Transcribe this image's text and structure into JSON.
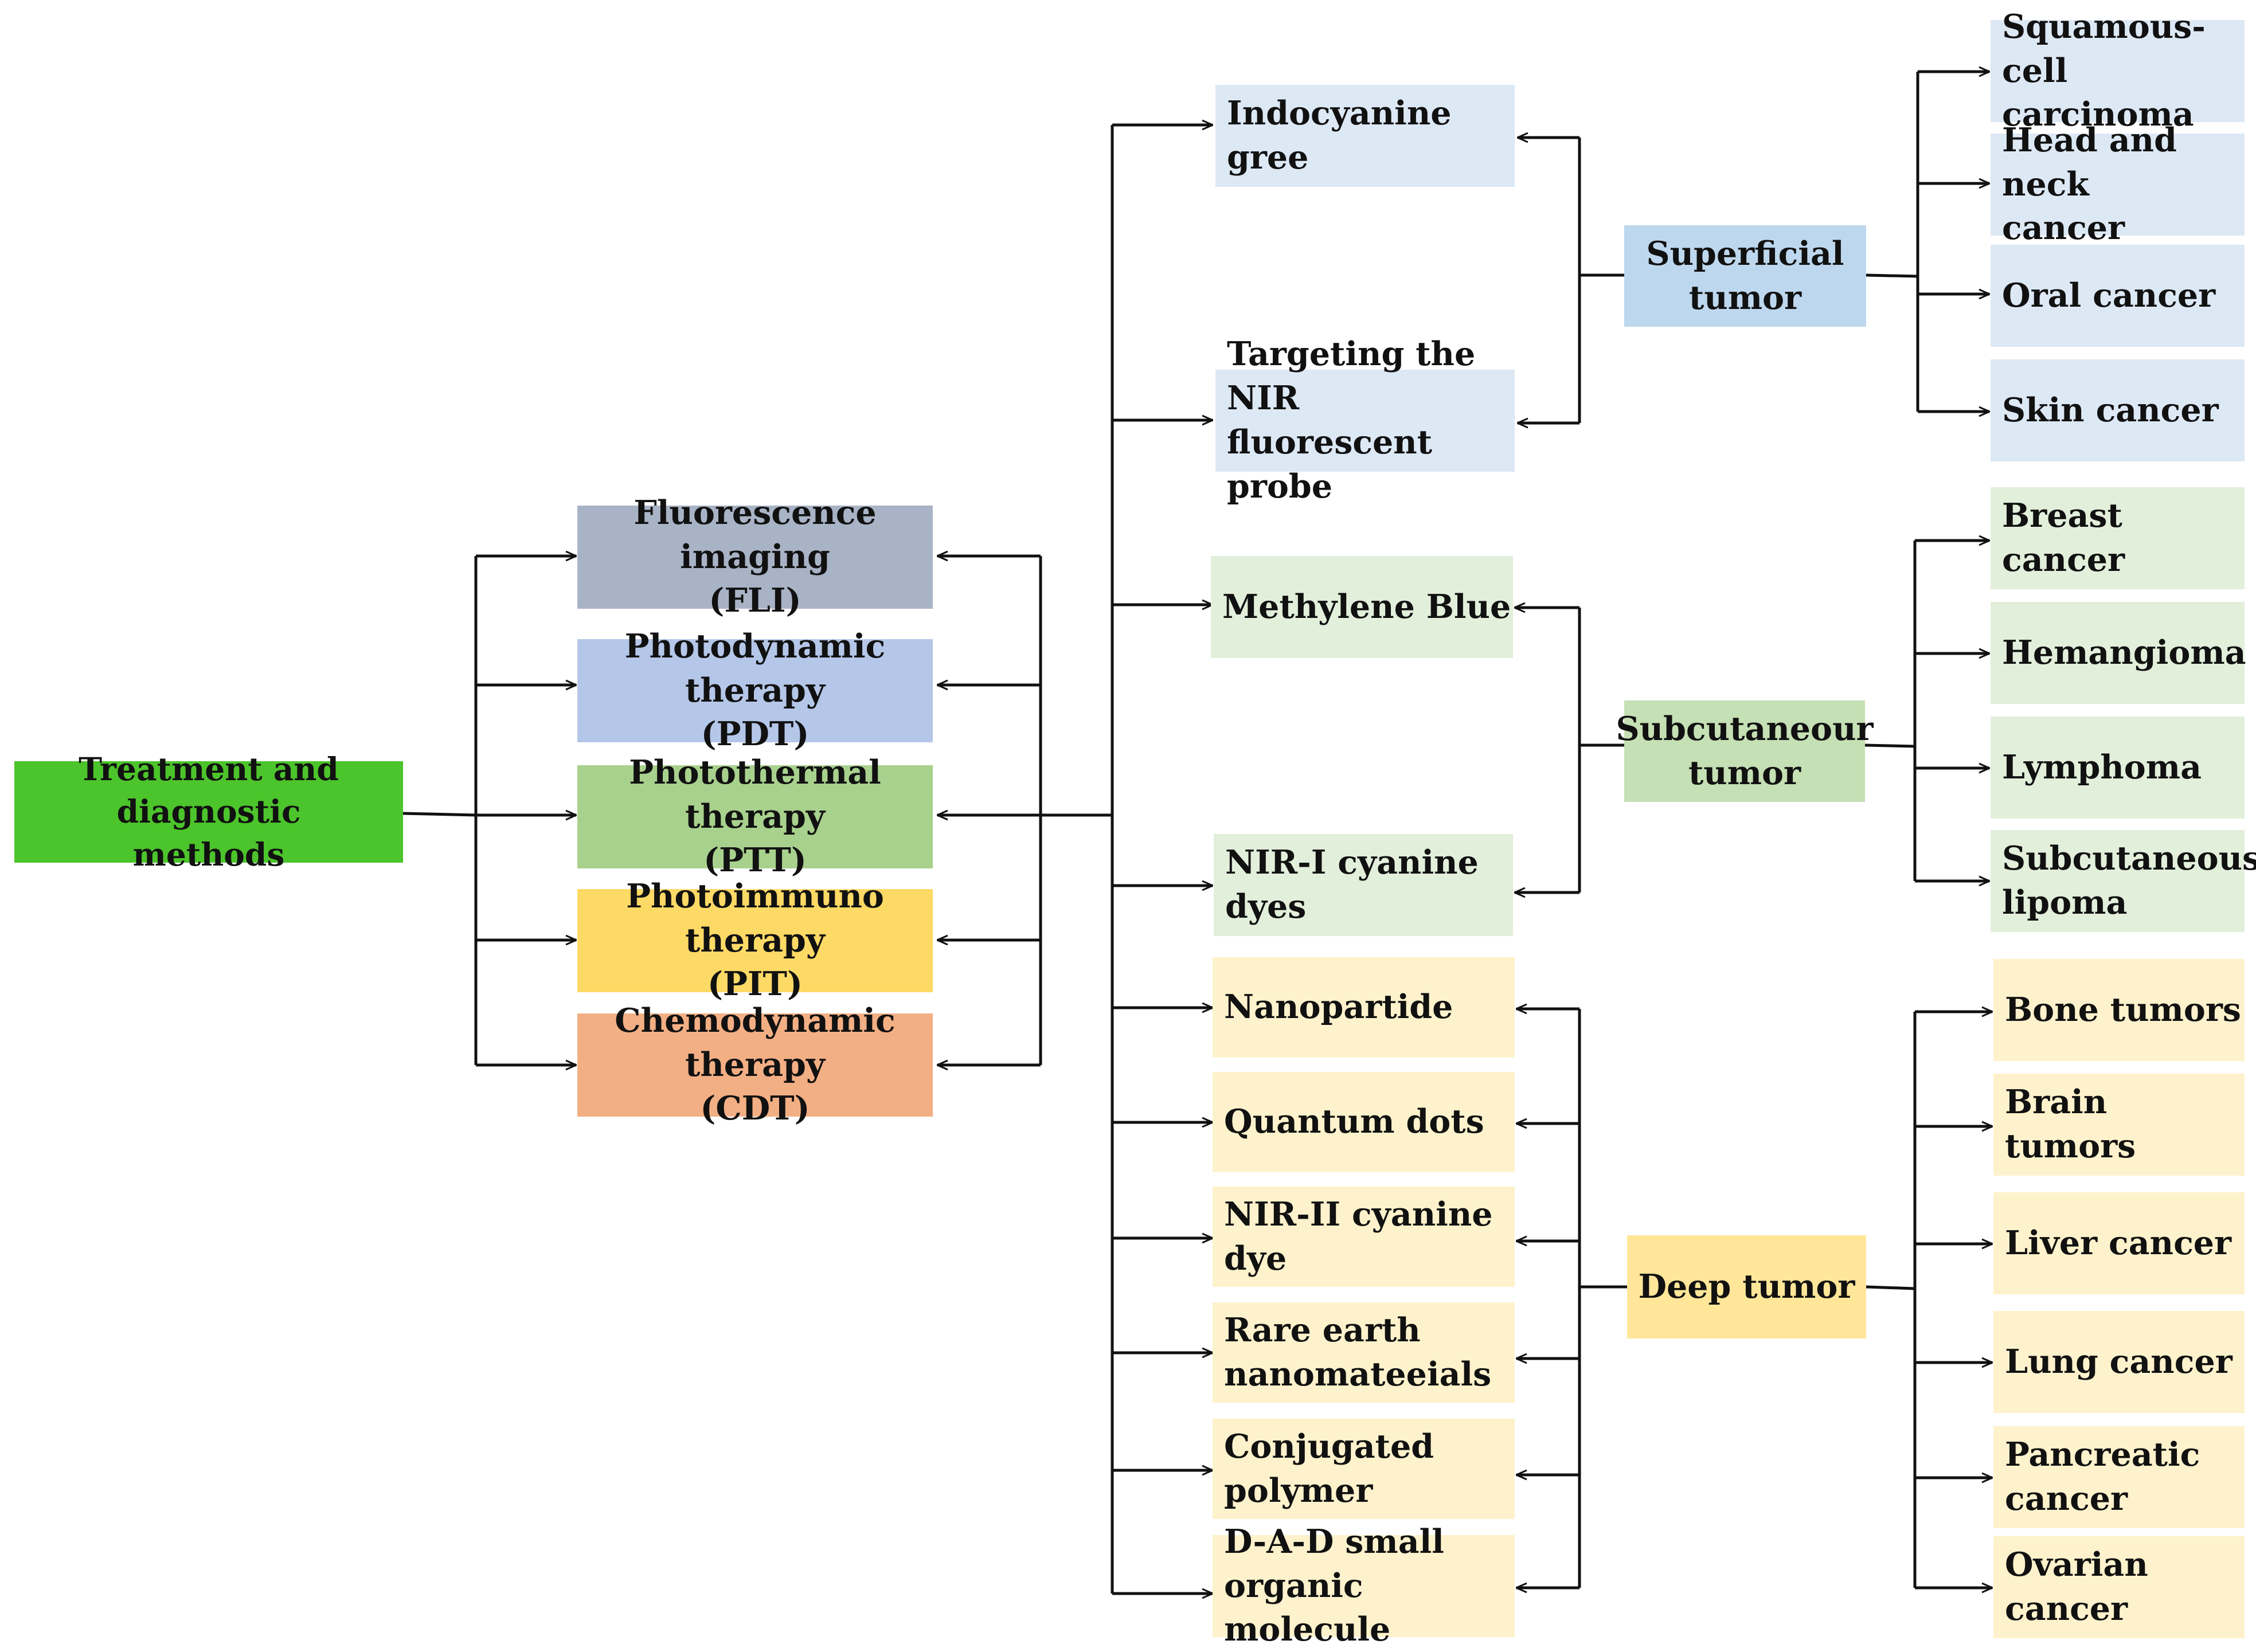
{
  "root": {
    "label": "Treatment and diagnostic\nmethods",
    "color": "#4cc42b"
  },
  "methods": [
    {
      "label": "Fluorescence imaging\n(FLI)",
      "color": "#a9b3c6"
    },
    {
      "label": "Photodynamic therapy\n(PDT)",
      "color": "#b5c7e8"
    },
    {
      "label": "Photothermal therapy\n(PTT)",
      "color": "#a8d18d"
    },
    {
      "label": "Photoimmuno therapy\n(PIT)",
      "color": "#fdd966"
    },
    {
      "label": "Chemodynamic therapy\n(CDT)",
      "color": "#f3af84"
    }
  ],
  "agents": [
    {
      "label": "Indocyanine gree",
      "color": "#dde8f5"
    },
    {
      "label": "Targeting the NIR\nfluorescent probe",
      "color": "#dde8f5"
    },
    {
      "label": "Methylene Blue",
      "color": "#e2efdb"
    },
    {
      "label": "NIR-I cyanine dyes",
      "color": "#e2efdb"
    },
    {
      "label": "Nanopartide",
      "color": "#fef2cc"
    },
    {
      "label": "Quantum dots",
      "color": "#fef2cc"
    },
    {
      "label": "NIR-II cyanine dye",
      "color": "#fef2cc"
    },
    {
      "label": "Rare earth\nnanomateeials",
      "color": "#fef2cc"
    },
    {
      "label": "Conjugated\n polymer",
      "color": "#fef2cc"
    },
    {
      "label": "D-A-D small\norganic molecule",
      "color": "#fef2cc"
    }
  ],
  "tumor_types": [
    {
      "label": "Superficial\ntumor",
      "color": "#bdd7ee"
    },
    {
      "label": "Subcutaneour\ntumor",
      "color": "#c5e0b4"
    },
    {
      "label": "Deep tumor",
      "color": "#ffe699"
    }
  ],
  "cancers": [
    {
      "label": "Squamous-cell\n carcinoma",
      "color": "#dde8f5"
    },
    {
      "label": "Head and neck\ncancer",
      "color": "#dde8f5"
    },
    {
      "label": "Oral cancer",
      "color": "#dde8f5"
    },
    {
      "label": "Skin cancer",
      "color": "#dde8f5"
    },
    {
      "label": "Breast cancer",
      "color": "#e2efdb"
    },
    {
      "label": "Hemangioma",
      "color": "#e2efdb"
    },
    {
      "label": "Lymphoma",
      "color": "#e2efdb"
    },
    {
      "label": "Subcutaneous\nlipoma",
      "color": "#e2efdb"
    },
    {
      "label": "Bone tumors",
      "color": "#fef2cc"
    },
    {
      "label": "Brain tumors",
      "color": "#fef2cc"
    },
    {
      "label": "Liver cancer",
      "color": "#fef2cc"
    },
    {
      "label": "Lung cancer",
      "color": "#fef2cc"
    },
    {
      "label": "Pancreatic\n cancer",
      "color": "#fef2cc"
    },
    {
      "label": "Ovarian\n cancer",
      "color": "#fef2cc"
    }
  ],
  "line_color": "#111111"
}
